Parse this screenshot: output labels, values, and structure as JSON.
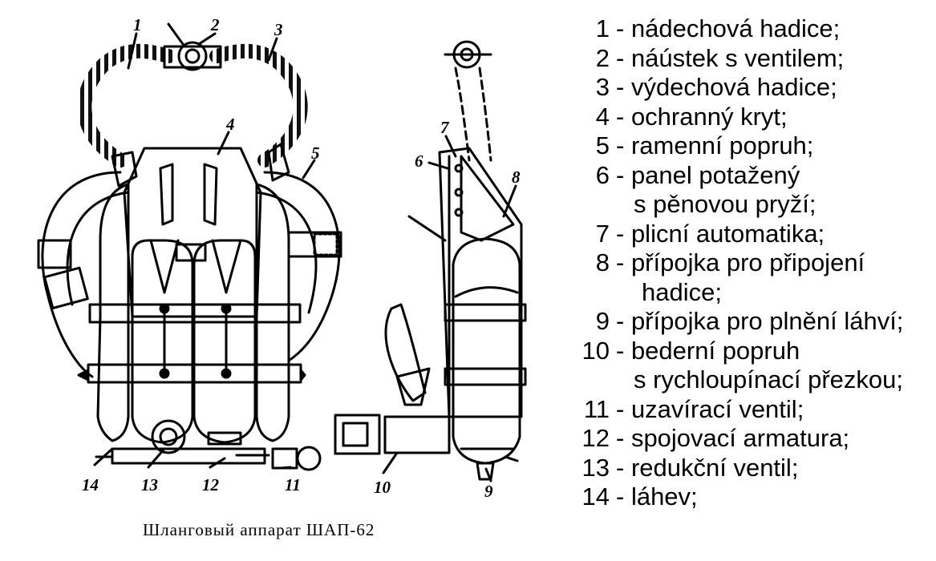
{
  "figure": {
    "callouts": [
      "1",
      "2",
      "3",
      "4",
      "5",
      "6",
      "7",
      "8",
      "9",
      "10",
      "11",
      "12",
      "13",
      "14"
    ],
    "caption": "Шланговый аппарат ШАП-62"
  },
  "legend": [
    {
      "num": "1",
      "text": "nádechová hadice;"
    },
    {
      "num": "2",
      "text": "náústek s ventilem;"
    },
    {
      "num": "3",
      "text": "výdechová hadice;"
    },
    {
      "num": "4",
      "text": "ochranný kryt;"
    },
    {
      "num": "5",
      "text": "ramenní popruh;"
    },
    {
      "num": "6",
      "text": "panel potažený",
      "cont": "s pěnovou pryží;"
    },
    {
      "num": "7",
      "text": "plicní automatika;"
    },
    {
      "num": "8",
      "text": "přípojka pro připojení",
      "cont": "hadice;"
    },
    {
      "num": "9",
      "text": "přípojka pro plnění láhví;"
    },
    {
      "num": "10",
      "text": "bederní popruh",
      "cont": "s rychloupínací přezkou;"
    },
    {
      "num": "11",
      "text": "uzavírací ventil;"
    },
    {
      "num": "12",
      "text": "spojovací armatura;"
    },
    {
      "num": "13",
      "text": "redukční ventil;"
    },
    {
      "num": "14",
      "text": "láhev;"
    }
  ]
}
